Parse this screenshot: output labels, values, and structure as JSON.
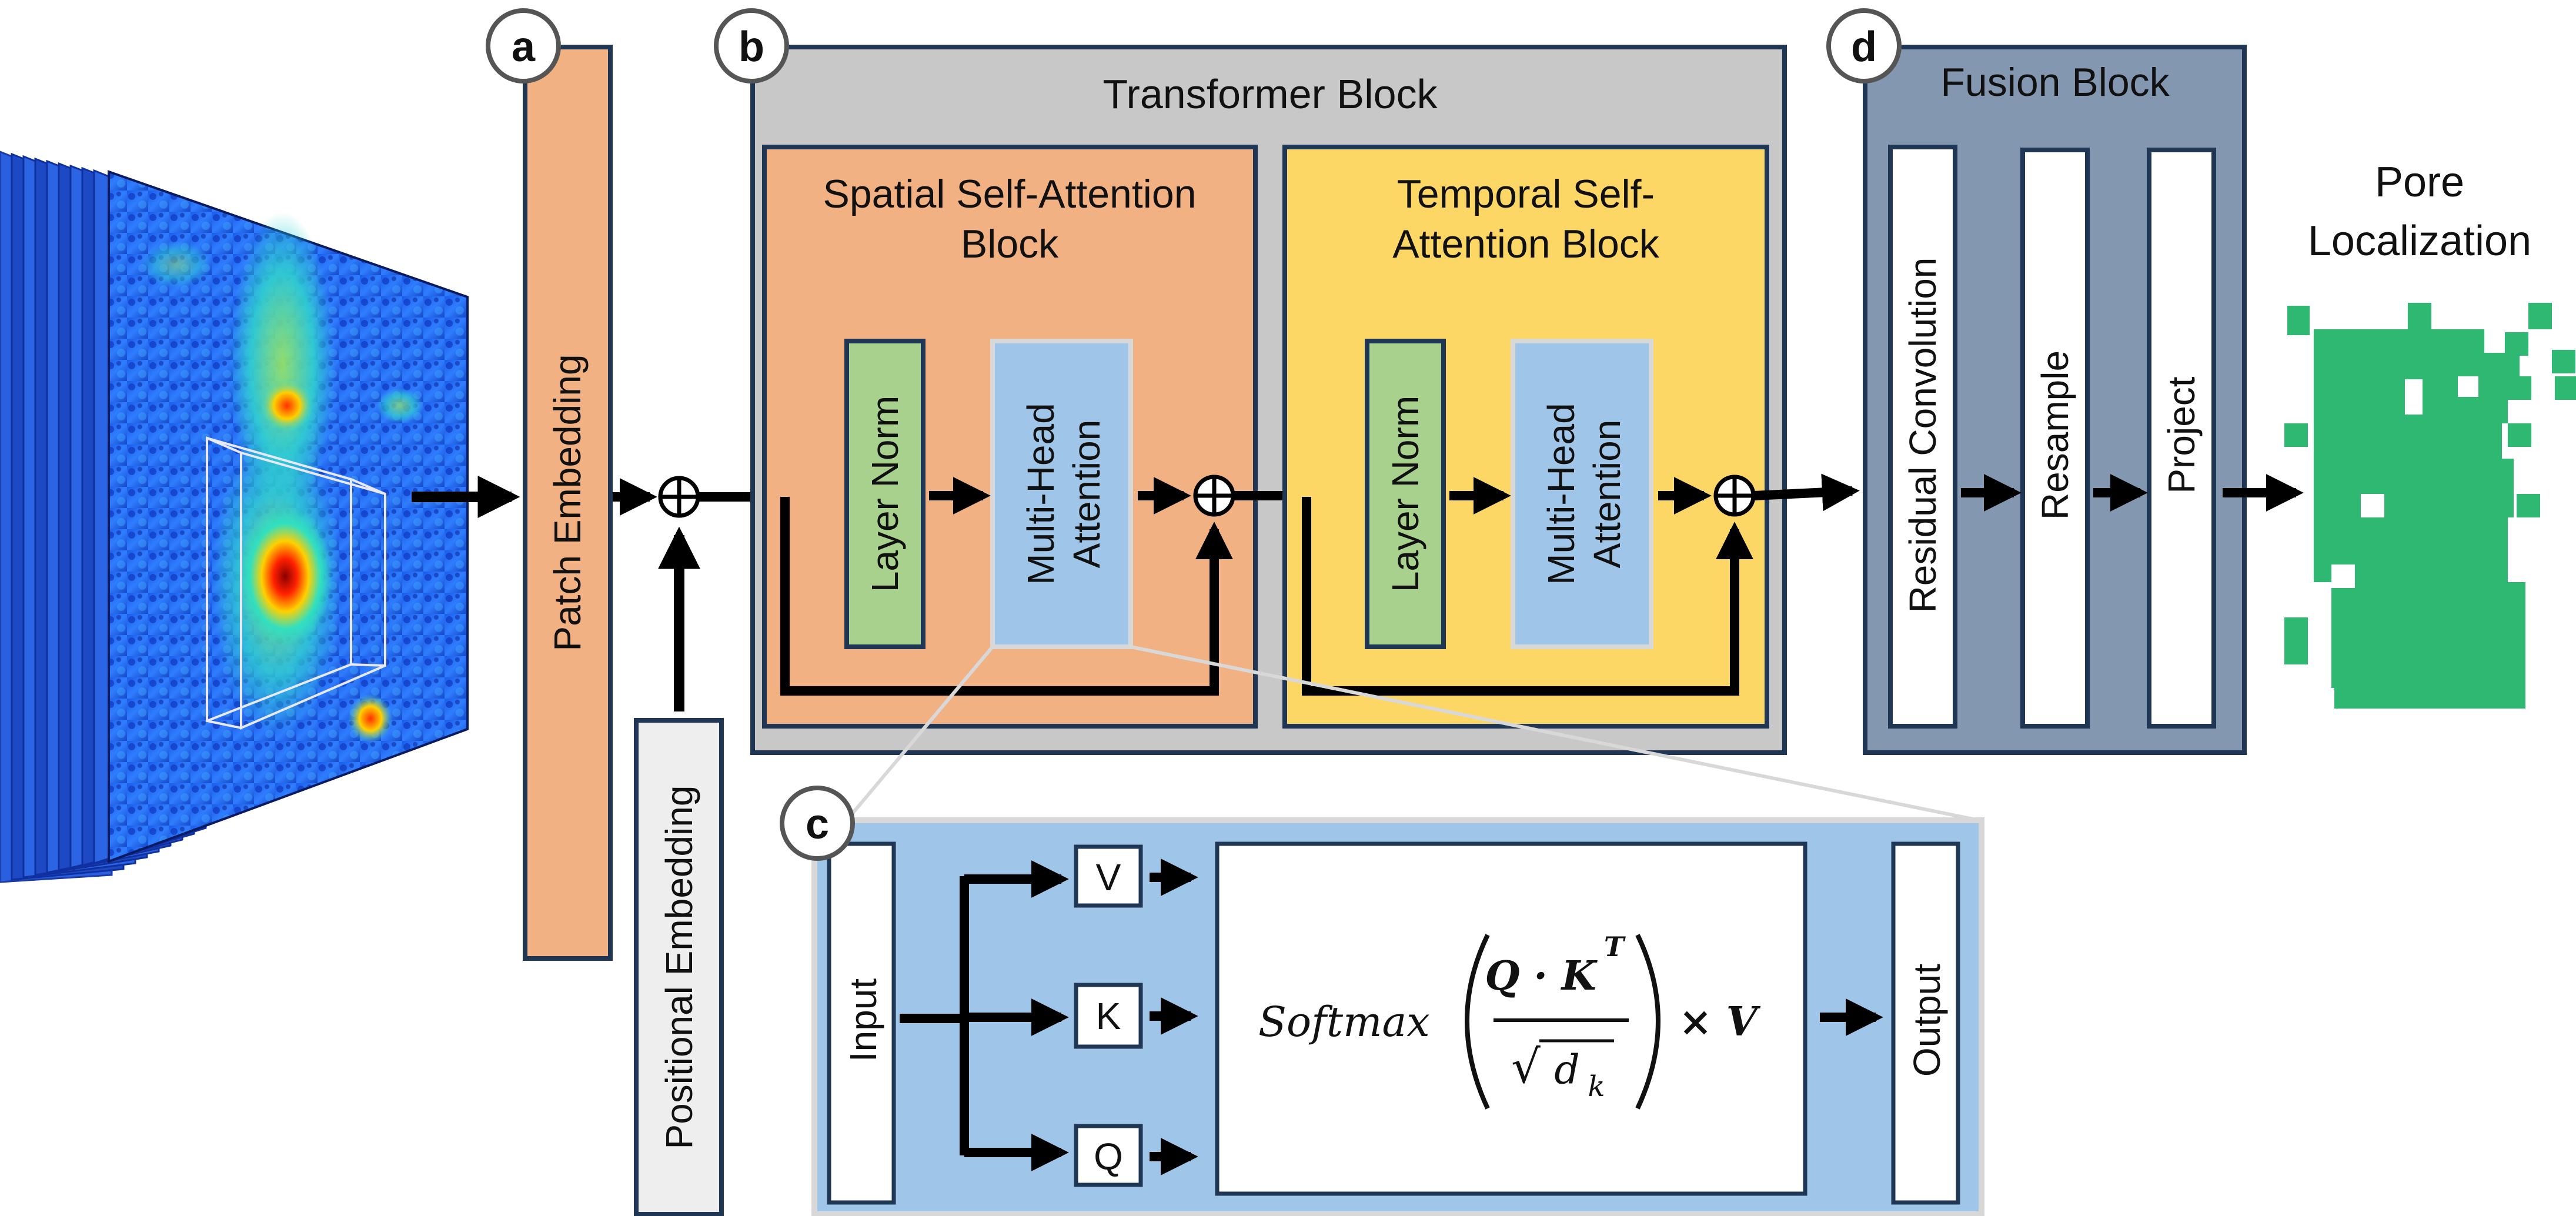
{
  "panel_letters": {
    "a": "a",
    "b": "b",
    "c": "c",
    "d": "d"
  },
  "patch_embedding": {
    "label": "Patch Embedding"
  },
  "positional_embedding": {
    "label": "Positional Embedding"
  },
  "transformer_block": {
    "title": "Transformer Block",
    "spatial": {
      "title_line1": "Spatial Self-Attention",
      "title_line2": "Block",
      "layer_norm": "Layer Norm",
      "mha_line1": "Multi-Head",
      "mha_line2": "Attention"
    },
    "temporal": {
      "title_line1": "Temporal Self-",
      "title_line2": "Attention Block",
      "layer_norm": "Layer Norm",
      "mha_line1": "Multi-Head",
      "mha_line2": "Attention"
    }
  },
  "fusion_block": {
    "title": "Fusion Block",
    "residual": "Residual Convolution",
    "resample": "Resample",
    "project": "Project"
  },
  "output_label": {
    "line1": "Pore",
    "line2": "Localization"
  },
  "attention_detail": {
    "input": "Input",
    "v": "V",
    "k": "K",
    "q": "Q",
    "output": "Output",
    "formula": {
      "softmax": "Softmax",
      "numerator": "Q · K",
      "superscript": "T",
      "denominator_symbol": "√",
      "denominator_var": "d",
      "denominator_sub": "k",
      "times_v": "× V"
    }
  },
  "colors": {
    "patch_embedding_fill": "#f2b183",
    "transformer_fill": "#c8c8c8",
    "spatial_fill": "#f2b183",
    "temporal_fill": "#fdd766",
    "layer_norm_fill": "#a8d18d",
    "mha_fill": "#9fc5e8",
    "fusion_fill": "#8497b0",
    "attention_panel_fill": "#9fc5e8",
    "pore_green": "#2eb872",
    "border_navy": "#1f3654"
  }
}
